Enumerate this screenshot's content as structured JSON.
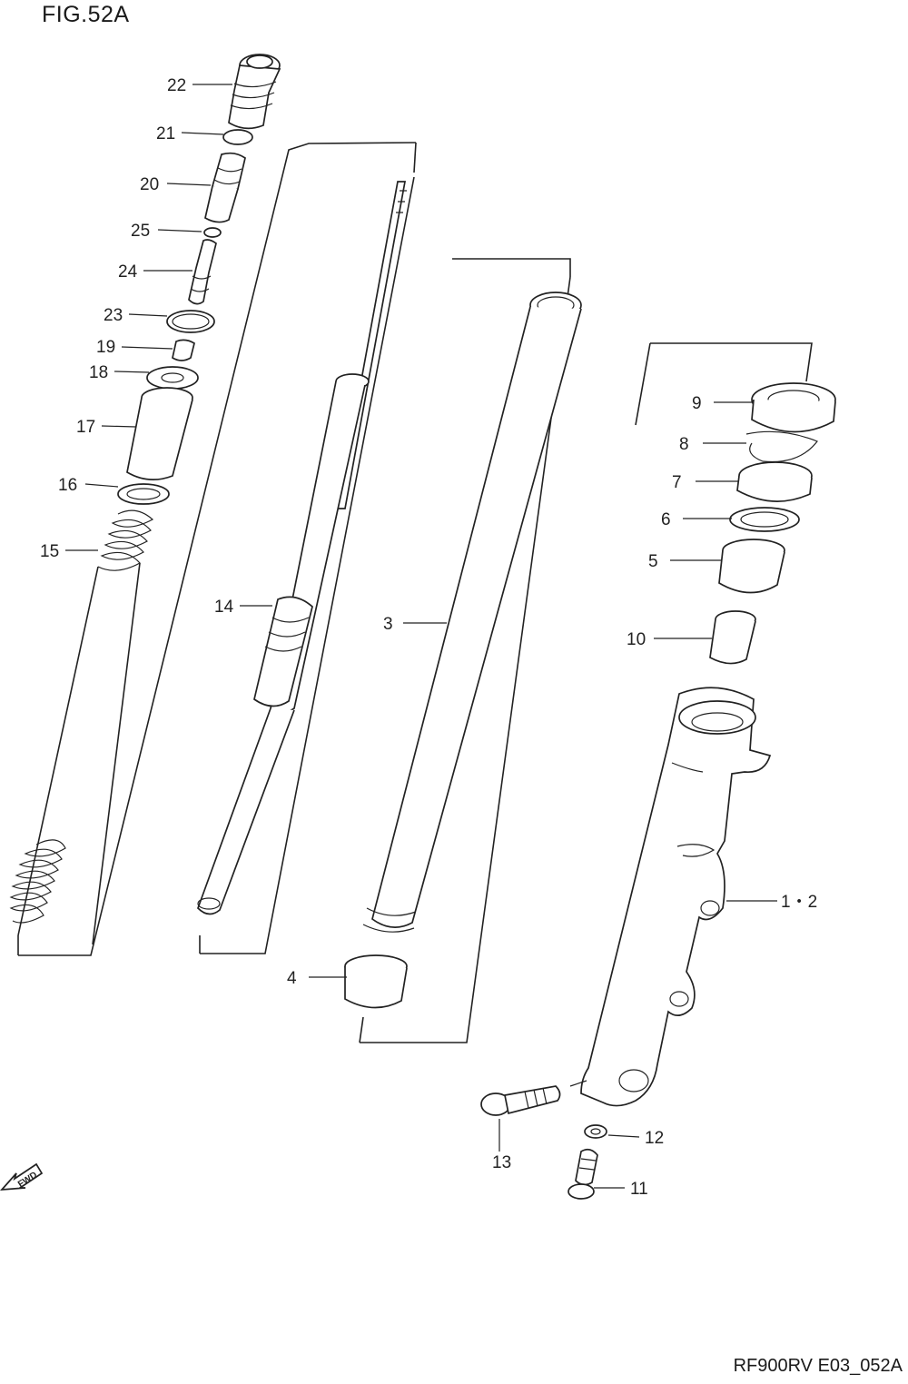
{
  "figure": {
    "title": "FIG.52A",
    "drawing_code": "RF900RV E03_052A"
  },
  "fwd_label": "FWD",
  "callouts": {
    "c1_2": "1・2",
    "c3": "3",
    "c4": "4",
    "c5": "5",
    "c6": "6",
    "c7": "7",
    "c8": "8",
    "c9": "9",
    "c10": "10",
    "c11": "11",
    "c12": "12",
    "c13": "13",
    "c14": "14",
    "c15": "15",
    "c16": "16",
    "c17": "17",
    "c18": "18",
    "c19": "19",
    "c20": "20",
    "c21": "21",
    "c22": "22",
    "c23": "23",
    "c24": "24",
    "c25": "25"
  }
}
